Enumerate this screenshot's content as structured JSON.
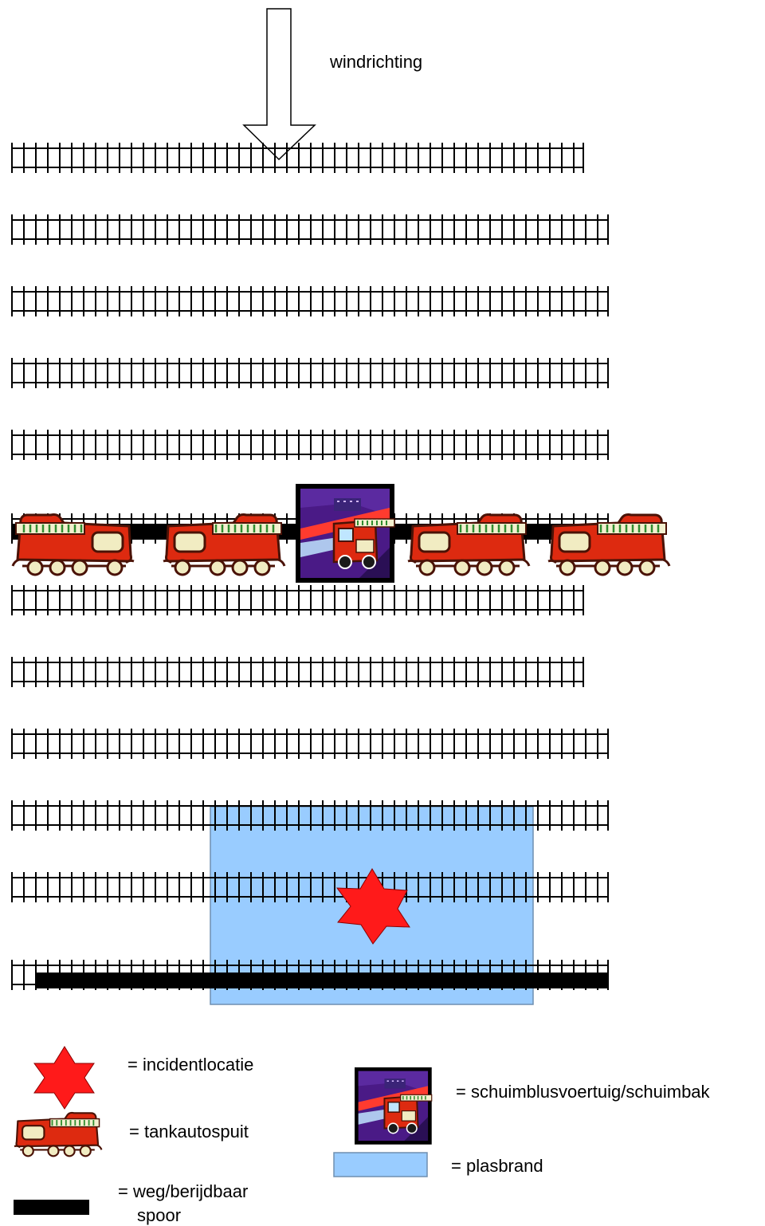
{
  "wind": {
    "label": "windrichting"
  },
  "legend": {
    "incident": "= incidentlocatie",
    "tanker": "= tankautospuit",
    "road_line1": "= weg/berijdbaar",
    "road_line2": "spoor",
    "foam": "= schuimblusvoertuig/schuimbak",
    "pool": "= plasbrand"
  },
  "colors": {
    "track": "#000000",
    "pool_fill": "#99ccff",
    "pool_stroke": "#6f8fb0",
    "star": "#ff1a1a",
    "truck_body": "#dd2a10",
    "truck_outline": "#4a1206",
    "truck_window": "#f1ecc2",
    "foam_bg": "#4a1a86",
    "road": "#000000"
  },
  "icons": [
    "wind-arrow-icon",
    "rail-track-icon",
    "fire-truck-icon",
    "foam-unit-icon",
    "incident-star-icon",
    "pool-fire-icon",
    "road-icon"
  ],
  "scene": {
    "track_count": 12,
    "tanker_count": 4,
    "foam_unit_count": 1
  }
}
